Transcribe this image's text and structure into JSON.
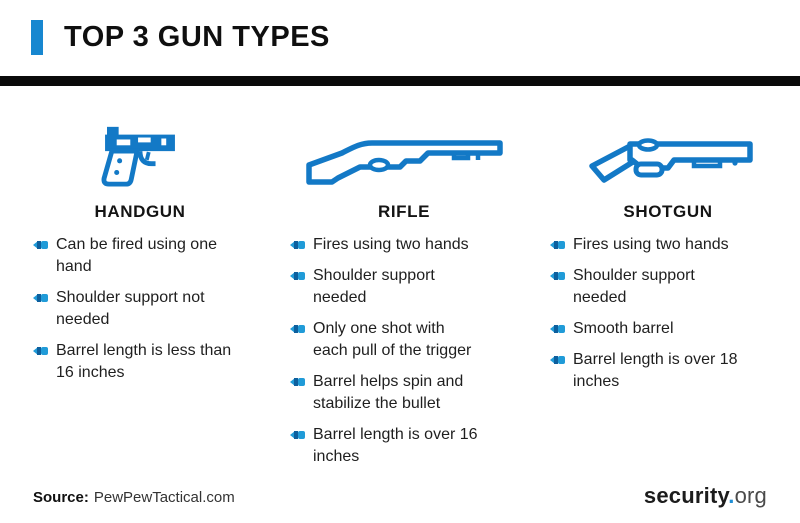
{
  "header": {
    "title": "TOP 3 GUN TYPES"
  },
  "colors": {
    "accent_bar": "#1787d0",
    "icon_blue": "#1379c6",
    "bullet_light": "#209bd8",
    "bullet_dark": "#0d5f9d",
    "divider": "#0a0a0a",
    "brand_dot_blue": "#1e8fd5"
  },
  "columns": [
    {
      "name": "HANDGUN",
      "icon": "handgun-icon",
      "bullets": [
        "Can be fired using one hand",
        "Shoulder support not needed",
        "Barrel length is less than 16 inches"
      ]
    },
    {
      "name": "RIFLE",
      "icon": "rifle-icon",
      "bullets": [
        "Fires using two hands",
        "Shoulder support needed",
        "Only one shot with each pull of the trigger",
        "Barrel helps spin and stabilize the bullet",
        "Barrel length is over 16 inches"
      ]
    },
    {
      "name": "SHOTGUN",
      "icon": "shotgun-icon",
      "bullets": [
        "Fires using two hands",
        "Shoulder support needed",
        "Smooth barrel",
        "Barrel length is over 18 inches"
      ]
    }
  ],
  "footer": {
    "source_label": "Source:",
    "source_value": "PewPewTactical.com",
    "brand_name": "security",
    "brand_dot": ".",
    "brand_tld": "org"
  }
}
